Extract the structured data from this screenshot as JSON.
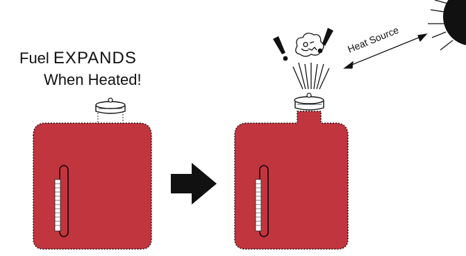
{
  "title": {
    "prefix": "Fuel",
    "emphasis": "EXPANDS",
    "line2": "When Heated!"
  },
  "heat_source_label": "Heat Source",
  "colors": {
    "can_fill": "#c1353f",
    "can_stroke": "#2a0c10",
    "outline": "#111111",
    "background": "#ffffff"
  },
  "icons": [
    "fuel-can-icon",
    "expanded-fuel-can-icon",
    "arrow-right-icon",
    "sun-icon",
    "steam-burst-icon",
    "exclamation-icon",
    "double-arrow-icon"
  ]
}
